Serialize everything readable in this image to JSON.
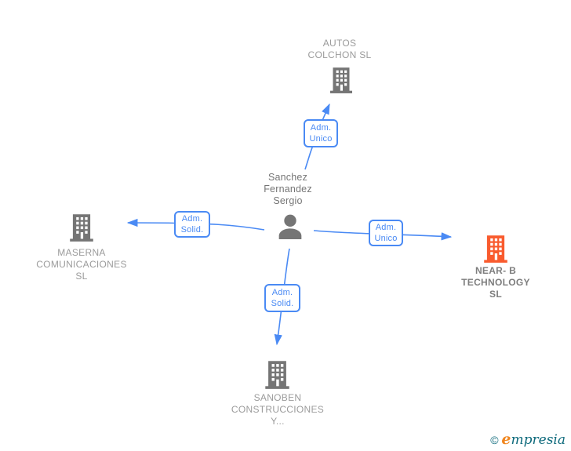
{
  "colors": {
    "accent_blue": "#4a8af4",
    "icon_gray": "#757575",
    "icon_orange": "#f95b2e",
    "label_gray": "#9b9b9b",
    "label_dark_gray": "#7d7d7d",
    "person_text_gray": "#757575",
    "logo_teal": "#0e6a7c",
    "logo_orange": "#f0861f"
  },
  "person": {
    "name": "Sanchez Fernandez Sergio",
    "line1": "Sanchez",
    "line2": "Fernandez",
    "line3": "Sergio"
  },
  "companies": {
    "autos": {
      "line1": "AUTOS",
      "line2": "COLCHON SL"
    },
    "maserna": {
      "line1": "MASERNA",
      "line2": "COMUNICACIONES",
      "line3": "SL"
    },
    "nearb": {
      "line1": "NEAR- B",
      "line2": "TECHNOLOGY",
      "line3": "SL"
    },
    "sanoben": {
      "line1": "SANOBEN",
      "line2": "CONSTRUCCIONES",
      "line3": "Y..."
    }
  },
  "edges": {
    "top": {
      "line1": "Adm.",
      "line2": "Unico"
    },
    "left": {
      "line1": "Adm.",
      "line2": "Solid."
    },
    "right": {
      "line1": "Adm.",
      "line2": "Unico"
    },
    "bottom": {
      "line1": "Adm.",
      "line2": "Solid."
    }
  },
  "footer": {
    "copyright": "©",
    "brand_initial": "e",
    "brand_rest": "mpresia"
  }
}
